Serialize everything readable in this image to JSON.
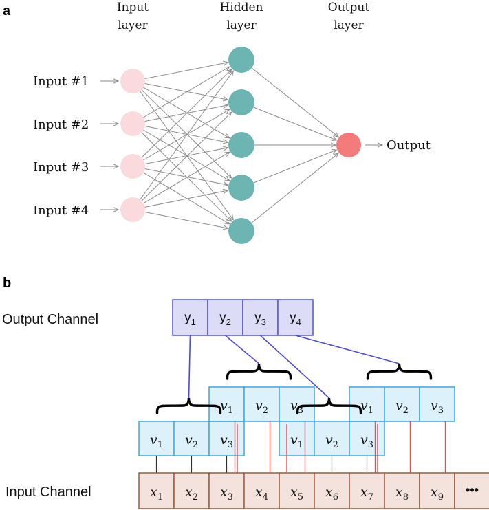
{
  "panel_a": {
    "label": "a",
    "headers": [
      [
        "Input",
        "layer"
      ],
      [
        "Hidden",
        "layer"
      ],
      [
        "Output",
        "layer"
      ]
    ],
    "inputs": [
      "Input #1",
      "Input #2",
      "Input #3",
      "Input #4"
    ],
    "output": "Output",
    "hidden_count": 5,
    "colors": {
      "input": "#fadadd",
      "hidden": "#6cb5b3",
      "output": "#f47b7b",
      "edge": "#8a8a8a"
    }
  },
  "panel_b": {
    "label": "b",
    "output_channel_label": "Output Channel",
    "input_channel_label": "Input Channel",
    "outputs": [
      {
        "base": "y",
        "sub": "1"
      },
      {
        "base": "y",
        "sub": "2"
      },
      {
        "base": "y",
        "sub": "3"
      },
      {
        "base": "y",
        "sub": "4"
      }
    ],
    "inputs": [
      {
        "base": "x",
        "sub": "1"
      },
      {
        "base": "x",
        "sub": "2"
      },
      {
        "base": "x",
        "sub": "3"
      },
      {
        "base": "x",
        "sub": "4"
      },
      {
        "base": "x",
        "sub": "5"
      },
      {
        "base": "x",
        "sub": "6"
      },
      {
        "base": "x",
        "sub": "7"
      },
      {
        "base": "x",
        "sub": "8"
      },
      {
        "base": "x",
        "sub": "9"
      }
    ],
    "ellipsis": "•••",
    "kernel": [
      {
        "base": "v",
        "sub": "1"
      },
      {
        "base": "v",
        "sub": "2"
      },
      {
        "base": "v",
        "sub": "3"
      }
    ],
    "kernel_count": 4,
    "stride": 2,
    "colors": {
      "output_fill": "#dcdcf7",
      "output_stroke": "#5555cc",
      "kernel_fill": "#ddf1fb",
      "kernel_stroke": "#3aa9df",
      "input_fill": "#f4e3dc",
      "input_stroke": "#9a5a3c",
      "link": "#4a4ad8",
      "red": "#e05252",
      "black": "#333333"
    }
  }
}
